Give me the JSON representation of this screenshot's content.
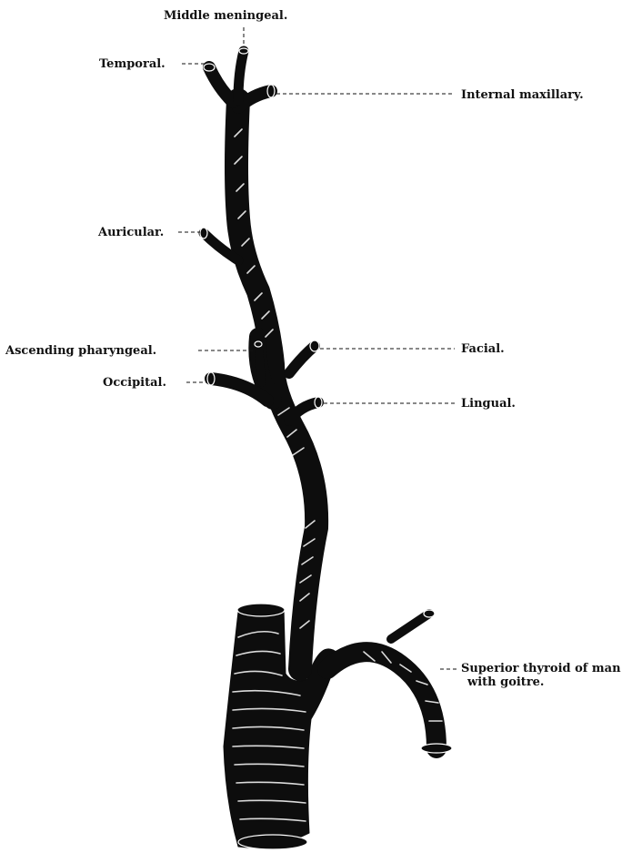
{
  "labels": {
    "middle_meningeal": "Middle meningeal.",
    "temporal": "Temporal.",
    "internal_maxillary": "Internal maxillary.",
    "auricular": "Auricular.",
    "ascending_pharyngeal": "Ascending pharyngeal.",
    "facial": "Facial.",
    "occipital": "Occipital.",
    "lingual": "Lingual.",
    "superior_thyroid_line1": "Superior thyroid of man",
    "superior_thyroid_line2": "with goitre."
  }
}
